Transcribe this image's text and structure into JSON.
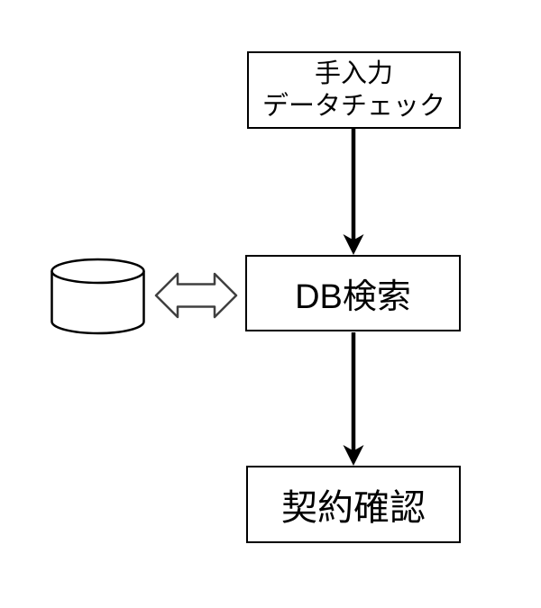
{
  "diagram": {
    "nodes": {
      "manual_check": {
        "line1": "手入力",
        "line2": "データチェック"
      },
      "db_search": {
        "label": "DB検索"
      },
      "contract_confirm": {
        "label": "契約確認"
      }
    },
    "icons": {
      "database": "database-cylinder-icon",
      "flow_arrow": "down-arrow-icon",
      "bidirectional_arrow": "left-right-arrow-icon"
    },
    "colors": {
      "background": "#ffffff",
      "node_fill": "#ffffff",
      "node_border": "#000000",
      "text": "#000000",
      "flow_arrow": "#000000",
      "cylinder_outline": "#000000",
      "double_arrow_outline": "#404040",
      "double_arrow_fill": "#ffffff"
    }
  }
}
